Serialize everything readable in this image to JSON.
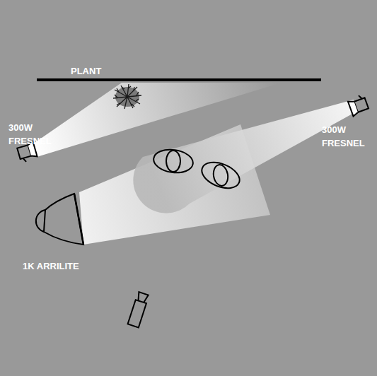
{
  "diagram": {
    "labels": [
      "PLANT",
      "300W FRESNEL",
      "300W FRESNEL",
      "1K ARRILITE"
    ]
  }
}
